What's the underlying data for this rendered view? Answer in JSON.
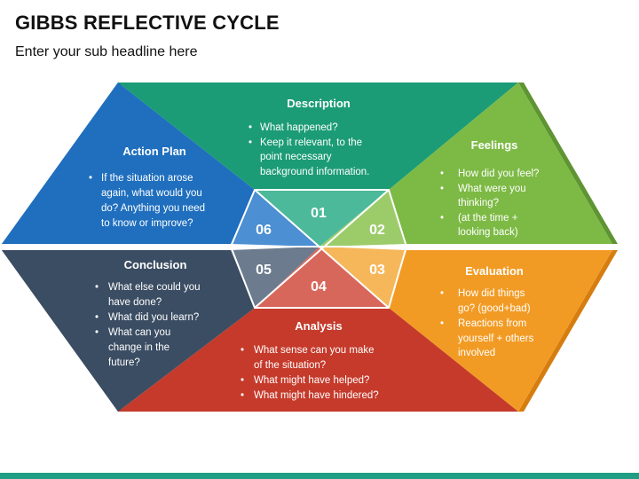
{
  "page": {
    "title": "GIBBS REFLECTIVE CYCLE",
    "subtitle": "Enter your sub headline here"
  },
  "sections": {
    "description": {
      "title": "Description",
      "number": "01",
      "bullets": [
        "What happened?",
        "Keep it relevant, to the",
        "point necessary",
        "background information."
      ],
      "color": "#1c9c76"
    },
    "feelings": {
      "title": "Feelings",
      "number": "02",
      "bullets": [
        "How did you feel?",
        "What were you",
        "thinking?",
        "(at the time +",
        "looking back)"
      ],
      "color": "#7dba45"
    },
    "evaluation": {
      "title": "Evaluation",
      "number": "03",
      "bullets": [
        "How did things",
        "go? (good+bad)",
        "Reactions from",
        "yourself + others",
        "involved"
      ],
      "color": "#f29b24"
    },
    "analysis": {
      "title": "Analysis",
      "number": "04",
      "bullets": [
        "What sense can you make",
        "of the situation?",
        "What might have helped?",
        "What might have hindered?"
      ],
      "color": "#c53a2b"
    },
    "conclusion": {
      "title": "Conclusion",
      "number": "05",
      "bullets": [
        "What else could you",
        "have done?",
        "What did you learn?",
        "What can you",
        "change in the",
        "future?"
      ],
      "color": "#3b4d63"
    },
    "action_plan": {
      "title": "Action Plan",
      "number": "06",
      "bullets": [
        "If the situation arose",
        "again, what would you",
        "do? Anything you need",
        "to know or improve?"
      ],
      "color": "#1f6fbe"
    }
  },
  "colors": {
    "bottom_bar": "#1f9e85"
  }
}
